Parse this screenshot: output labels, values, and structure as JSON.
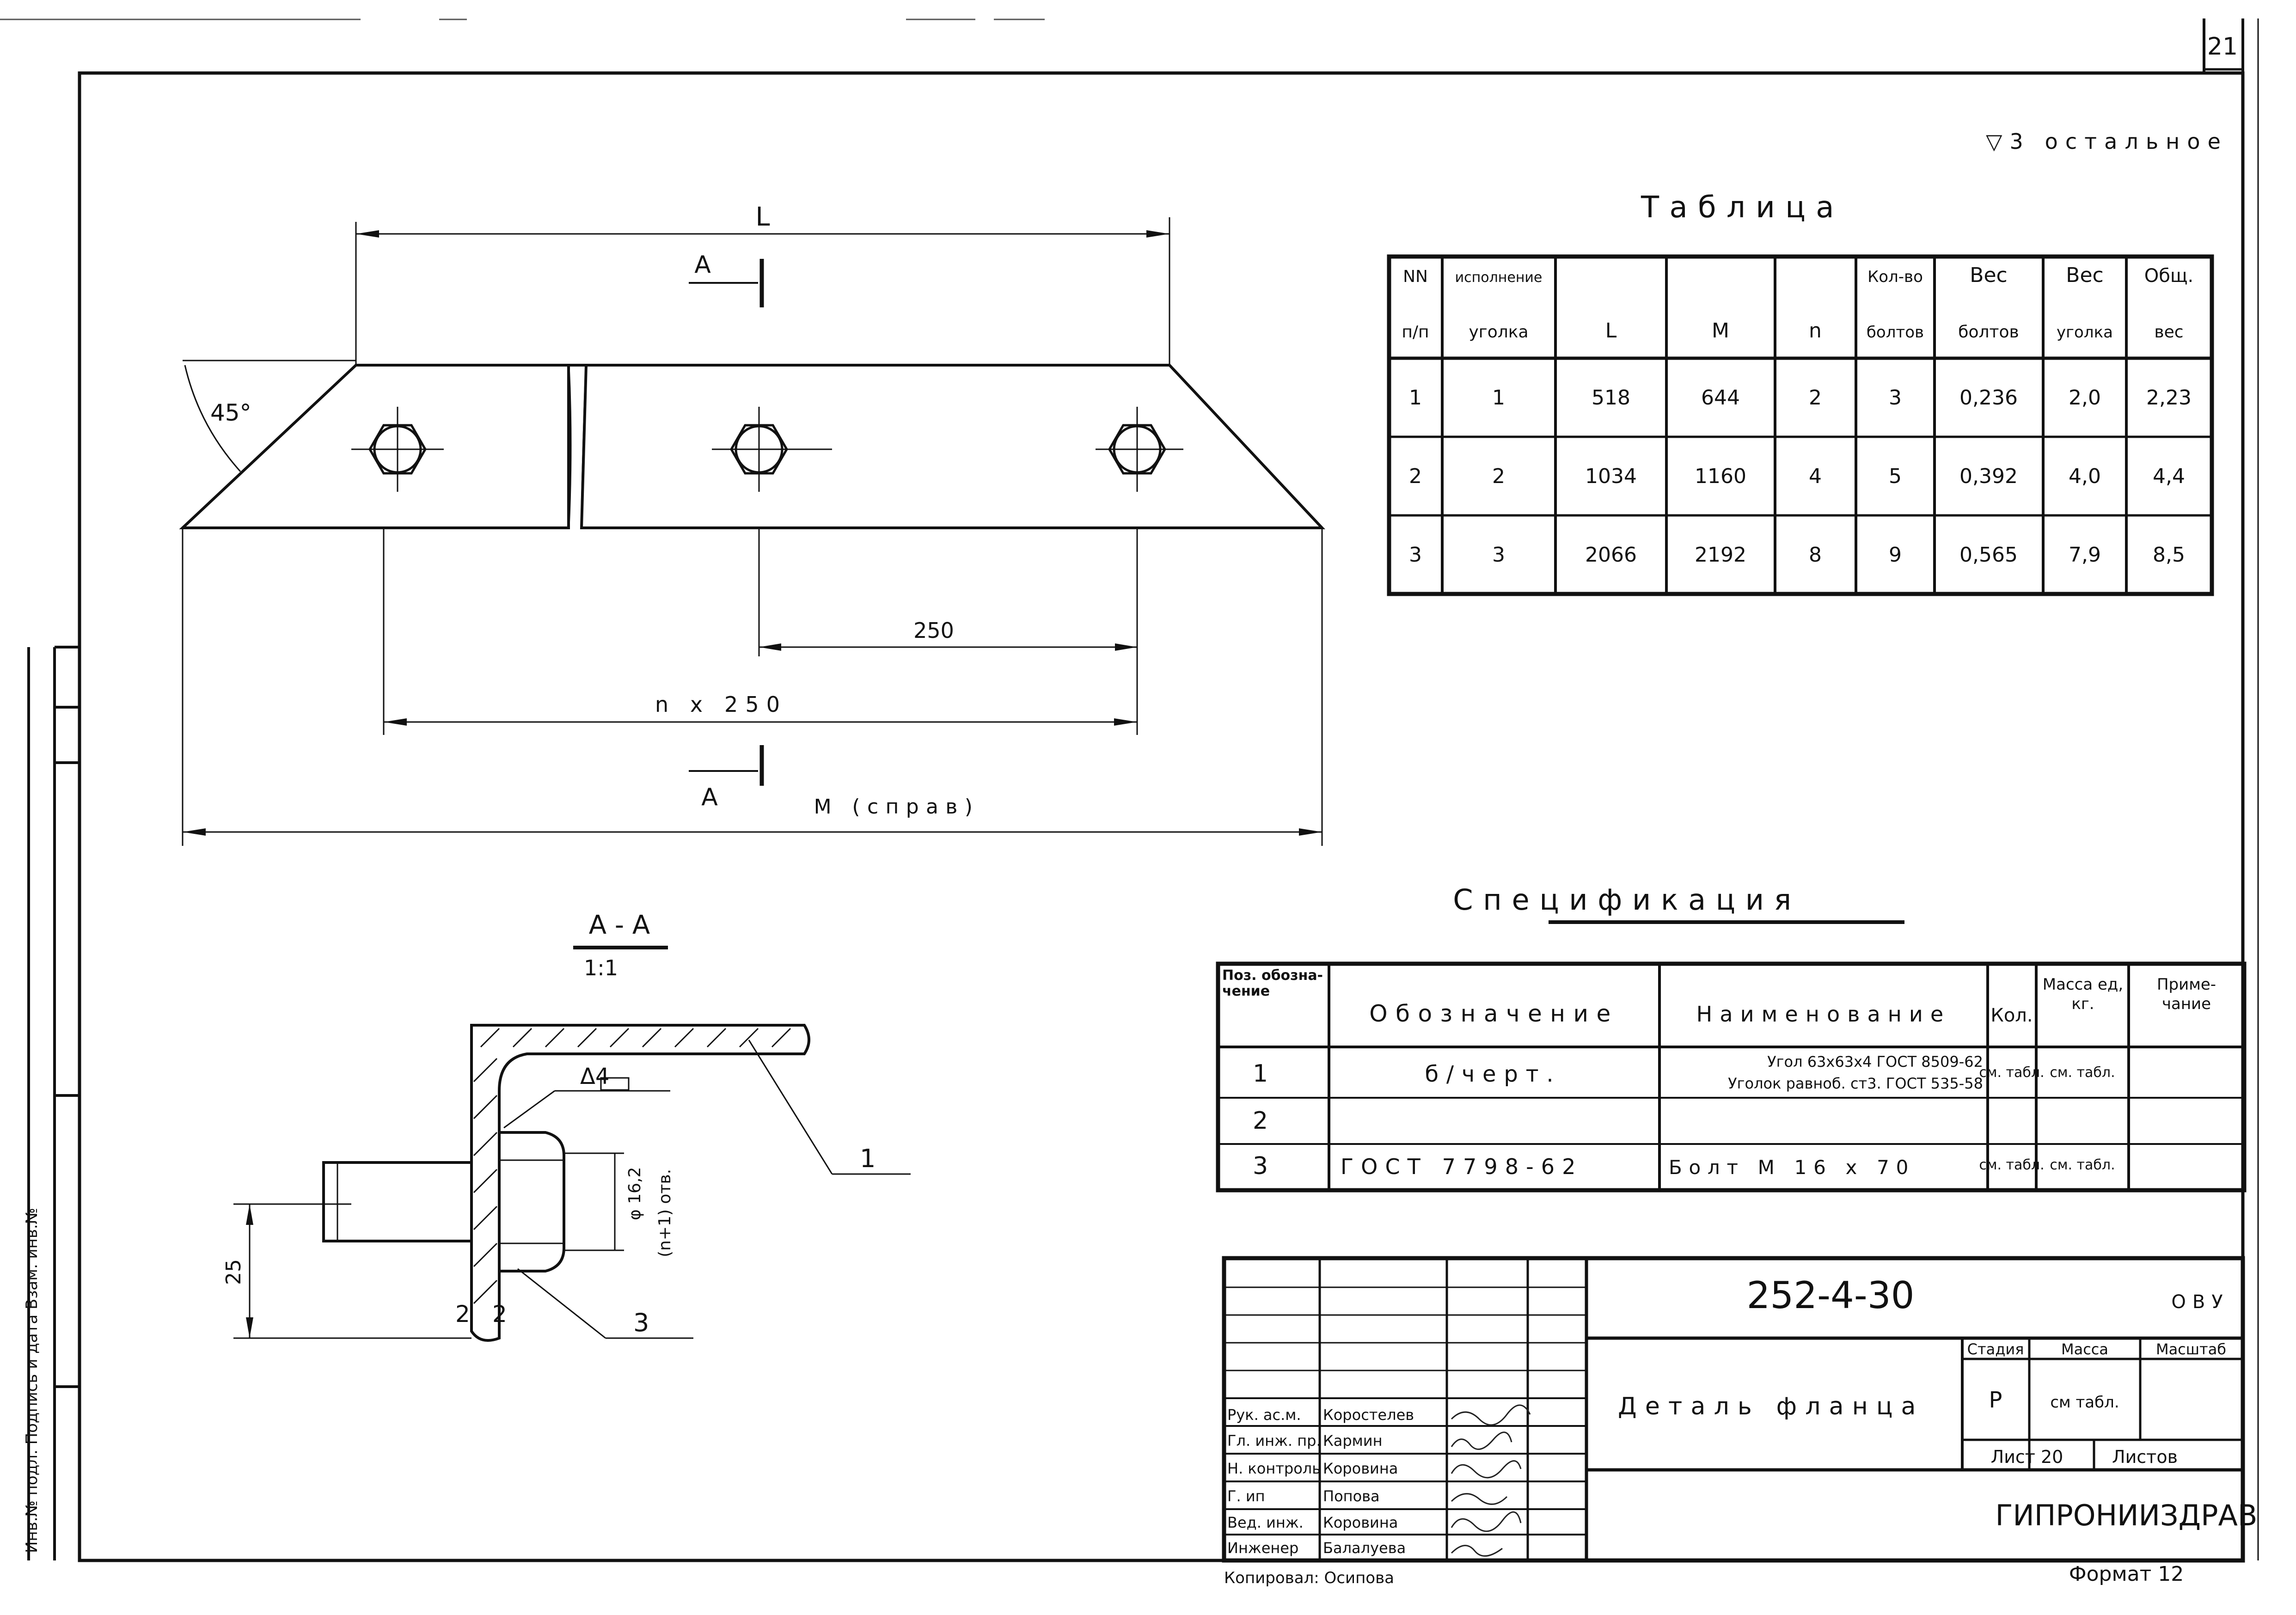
{
  "sheet_corner_number": "21",
  "roughness_note": "▽3 остальное",
  "drawing": {
    "dim_L": "L",
    "section_mark": "А",
    "angle": "45°",
    "dim_250": "250",
    "dim_n250": "n x 250",
    "dim_M": "М (справ)"
  },
  "section": {
    "title": "А - А",
    "scale": "1:1",
    "weld": "Δ4",
    "dia": "φ 16,2",
    "holes": "(n+1) отв.",
    "dim_25": "25",
    "g1": "2",
    "g2": "2",
    "leader1": "1",
    "leader3": "3"
  },
  "table_title": "Таблица",
  "table": {
    "headers": [
      [
        "NN",
        "п/п"
      ],
      [
        "исполнение",
        "уголка"
      ],
      [
        "",
        "L"
      ],
      [
        "",
        "М"
      ],
      [
        "",
        "n"
      ],
      [
        "Кол-во",
        "болтов"
      ],
      [
        "Вес",
        "болтов"
      ],
      [
        "Вес",
        "уголка"
      ],
      [
        "Общ.",
        "вес"
      ]
    ],
    "rows": [
      [
        "1",
        "1",
        "518",
        "644",
        "2",
        "3",
        "0,236",
        "2,0",
        "2,23"
      ],
      [
        "2",
        "2",
        "1034",
        "1160",
        "4",
        "5",
        "0,392",
        "4,0",
        "4,4"
      ],
      [
        "3",
        "3",
        "2066",
        "2192",
        "8",
        "9",
        "0,565",
        "7,9",
        "8,5"
      ]
    ]
  },
  "spec_title": "Спецификация",
  "spec": {
    "headers": [
      "Поз. обозна- чение",
      "Обозначение",
      "Наименование",
      "Кол.",
      "Масса ед, кг.",
      "Приме- чание"
    ],
    "rows": [
      [
        "1",
        "б/черт.",
        "Угол 63x63x4 ГОСТ 8509-62",
        "Уголок равноб. ст3. ГОСТ 535-58",
        "см. табл.",
        "см. табл.",
        ""
      ],
      [
        "2",
        "",
        "",
        "",
        "",
        "",
        ""
      ],
      [
        "3",
        "ГОСТ 7798-62",
        "Болт М 16 x 70",
        "",
        "см. табл.",
        "см. табл.",
        ""
      ]
    ]
  },
  "title_block": {
    "code": "252-4-30",
    "suffix": "ОВУ",
    "name": "Деталь фланца",
    "stage_label": "Стадия",
    "mass_label": "Масса",
    "scale_label": "Масштаб",
    "stage": "Р",
    "mass": "см табл.",
    "sheet_label": "Лист 20",
    "sheets_label": "Листов",
    "org": "ГИПРОНИИЗДРАВ",
    "signers": [
      [
        "Рук. ас.м.",
        "Коростелев"
      ],
      [
        "Гл. инж. пр.",
        "Кармин"
      ],
      [
        "Н. контроль",
        "Коровина"
      ],
      [
        "Г. ип",
        "Попова"
      ],
      [
        "Вед. инж.",
        "Коровина"
      ],
      [
        "Инженер",
        "Балалуева"
      ]
    ],
    "copied": "Копировал: Осипова",
    "format": "Формат 12"
  },
  "left_margin_text": "Инв.№ подл.   Подпись и дата   Взам. инв.№"
}
